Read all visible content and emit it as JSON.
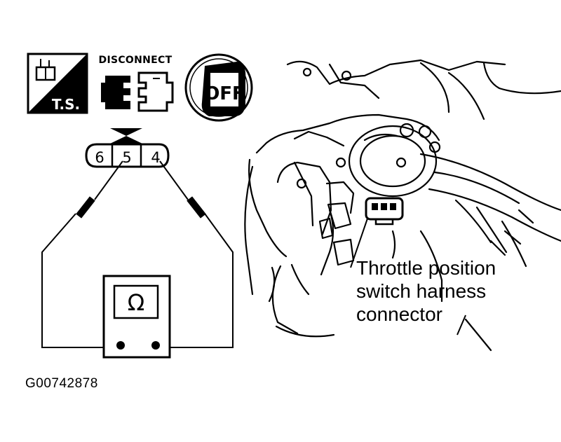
{
  "icons": {
    "ts_label": "T.S.",
    "disconnect_label": "DISCONNECT",
    "ignition_off_label": "OFF"
  },
  "connector_pins": [
    "6",
    "5",
    "4"
  ],
  "meter": {
    "symbol": "Ω"
  },
  "callout": {
    "line1": "Throttle position",
    "line2": "switch harness",
    "line3": "connector"
  },
  "figure_id": "G00742878"
}
